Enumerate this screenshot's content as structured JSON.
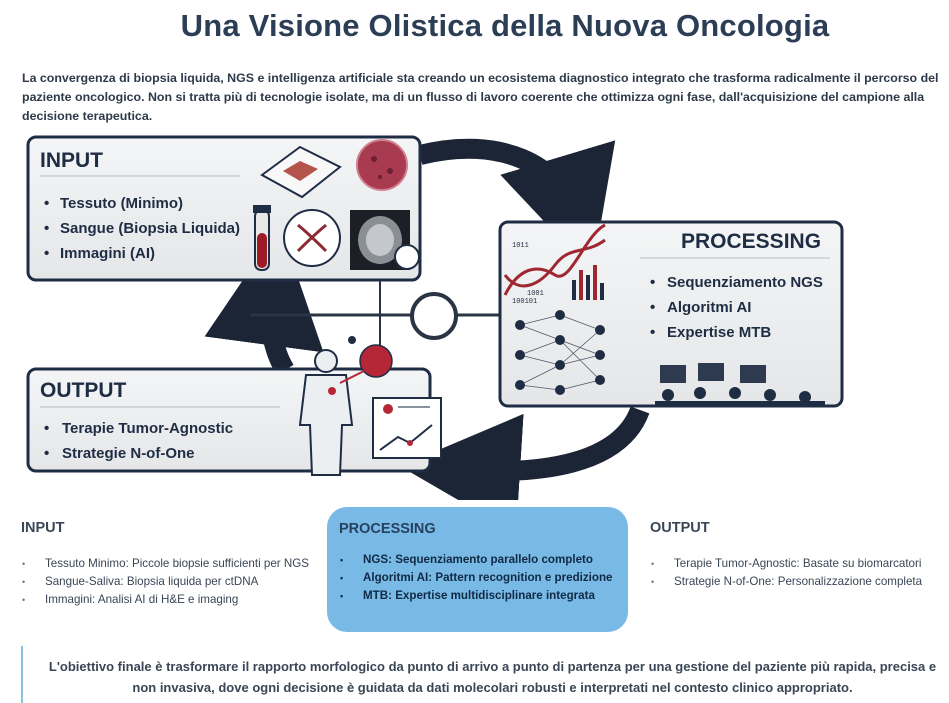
{
  "title": "Una Visione Olistica della Nuova Oncologia",
  "intro": "La convergenza di biopsia liquida, NGS e intelligenza artificiale sta creando un ecosistema diagnostico integrato che trasforma radicalmente il percorso del paziente oncologico. Non si tratta più di tecnologie isolate, ma di un flusso di lavoro coerente che ottimizza ogni fase, dall'acquisizione del campione alla decisione terapeutica.",
  "diagram": {
    "input": {
      "heading": "INPUT",
      "items": [
        "Tessuto (Minimo)",
        "Sangue (Biopsia Liquida)",
        "Immagini (AI)"
      ]
    },
    "processing": {
      "heading": "PROCESSING",
      "items": [
        "Sequenziamento NGS",
        "Algoritmi AI",
        "Expertise MTB"
      ]
    },
    "output": {
      "heading": "OUTPUT",
      "items": [
        "Terapie Tumor-Agnostic",
        "Strategie N-of-One"
      ]
    },
    "binary": [
      "1011",
      "1001",
      "100101"
    ]
  },
  "columns": {
    "input": {
      "heading": "INPUT",
      "items": [
        "Tessuto Minimo: Piccole biopsie sufficienti per NGS",
        "Sangue-Saliva: Biopsia liquida per ctDNA",
        "Immagini: Analisi AI di H&E e imaging"
      ]
    },
    "processing": {
      "heading": "PROCESSING",
      "items": [
        "NGS: Sequenziamento parallelo completo",
        "Algoritmi AI: Pattern recognition e predizione",
        "MTB: Expertise multidisciplinare integrata"
      ]
    },
    "output": {
      "heading": "OUTPUT",
      "items": [
        "Terapie Tumor-Agnostic: Basate su biomarcatori",
        "Strategie N-of-One: Personalizzazione completa"
      ]
    }
  },
  "conclusion": "L'obiettivo finale è trasformare il rapporto morfologico da punto di arrivo a punto di partenza per una gestione del paziente più rapida, precisa e non invasiva, dove ogni decisione è guidata da dati molecolari robusti e interpretati nel contesto clinico appropriato.",
  "colors": {
    "accent_blue": "#78b9e6",
    "navy": "#1f2d44",
    "arrow": "#1c2536"
  }
}
